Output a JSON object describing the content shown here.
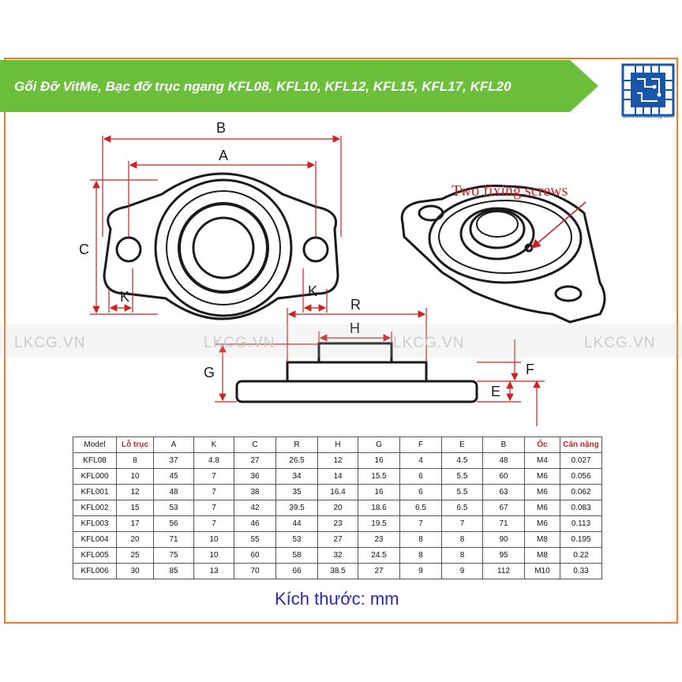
{
  "banner": {
    "title": "Gối Đỡ VitMe, Bạc đỡ trục ngang KFL08, KFL10, KFL12, KFL15, KFL17, KFL20",
    "color": "#6cbf3a"
  },
  "logo": {
    "icon": "circuit-chip-icon",
    "text": "LinhKienCauGiay.com",
    "color": "#1a56a8"
  },
  "diagram": {
    "labels": {
      "B": "B",
      "A": "A",
      "C": "C",
      "K_left": "K",
      "K_right": "K",
      "R": "R",
      "H": "H",
      "G": "G",
      "F": "F",
      "E": "E"
    },
    "annotation": "Two fixing screws",
    "accent": "#cc2222"
  },
  "watermark": {
    "items": [
      "LKCG.VN",
      "LKCG.VN",
      "LKCG.VN",
      "LKCG.VN"
    ]
  },
  "table": {
    "headers": [
      "Model",
      "Lỗ trục",
      "A",
      "K",
      "C",
      "R",
      "H",
      "G",
      "F",
      "E",
      "B",
      "Ốc",
      "Cân nặng"
    ],
    "red_headers": [
      "Lỗ trục",
      "Ốc",
      "Cân nặng"
    ],
    "rows": [
      [
        "KFL08",
        "8",
        "37",
        "4.8",
        "27",
        "26.5",
        "12",
        "16",
        "4",
        "4.5",
        "48",
        "M4",
        "0.027"
      ],
      [
        "KFL000",
        "10",
        "45",
        "7",
        "36",
        "34",
        "14",
        "15.5",
        "6",
        "5.5",
        "60",
        "M6",
        "0.056"
      ],
      [
        "KFL001",
        "12",
        "48",
        "7",
        "38",
        "35",
        "16.4",
        "16",
        "6",
        "5.5",
        "63",
        "M6",
        "0.062"
      ],
      [
        "KFL002",
        "15",
        "53",
        "7",
        "42",
        "39.5",
        "20",
        "18.6",
        "6.5",
        "6.5",
        "67",
        "M6",
        "0.083"
      ],
      [
        "KFL003",
        "17",
        "56",
        "7",
        "46",
        "44",
        "23",
        "19.5",
        "7",
        "7",
        "71",
        "M6",
        "0.113"
      ],
      [
        "KFL004",
        "20",
        "71",
        "10",
        "55",
        "53",
        "27",
        "23",
        "8",
        "8",
        "90",
        "M8",
        "0.195"
      ],
      [
        "KFL005",
        "25",
        "75",
        "10",
        "60",
        "58",
        "32",
        "24.5",
        "8",
        "8",
        "95",
        "M8",
        "0.22"
      ],
      [
        "KFL006",
        "30",
        "85",
        "13",
        "70",
        "66",
        "38.5",
        "27",
        "9",
        "9",
        "112",
        "M10",
        "0.33"
      ]
    ]
  },
  "unit_note": "Kích thước: mm"
}
